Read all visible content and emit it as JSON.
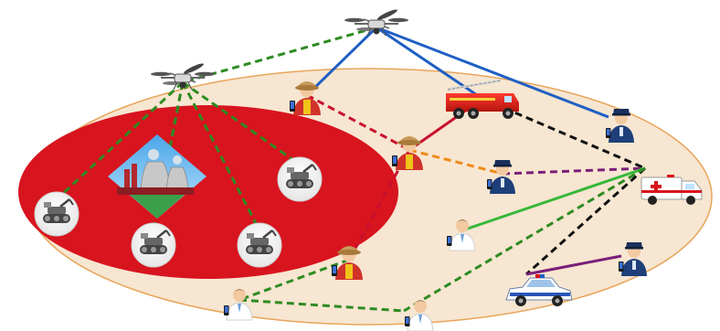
{
  "colors": {
    "background": "#ffffff",
    "outer_area_fill": "#f7e6d1",
    "outer_area_stroke": "#e8a55a",
    "danger_zone": "#d8141e",
    "link_green": "#2e8b22",
    "link_red": "#c8102e",
    "link_blue": "#1f5fc4",
    "link_black": "#111111",
    "link_orange": "#ef8a17",
    "link_purple": "#7a1f7a",
    "link_lime": "#36b83a"
  },
  "nodes": [
    {
      "id": "drone-top",
      "kind": "drone"
    },
    {
      "id": "drone-left",
      "kind": "drone"
    },
    {
      "id": "factory",
      "kind": "factory"
    },
    {
      "id": "robot-1",
      "kind": "robot"
    },
    {
      "id": "robot-2",
      "kind": "robot"
    },
    {
      "id": "robot-3",
      "kind": "robot"
    },
    {
      "id": "robot-4",
      "kind": "robot"
    },
    {
      "id": "firefighter-1",
      "kind": "firefighter"
    },
    {
      "id": "firefighter-2",
      "kind": "firefighter"
    },
    {
      "id": "firefighter-3",
      "kind": "firefighter"
    },
    {
      "id": "fire-truck",
      "kind": "fire-truck"
    },
    {
      "id": "police-1",
      "kind": "police-officer"
    },
    {
      "id": "police-2",
      "kind": "police-officer"
    },
    {
      "id": "police-3",
      "kind": "police-officer"
    },
    {
      "id": "ambulance",
      "kind": "ambulance"
    },
    {
      "id": "police-car",
      "kind": "police-car"
    },
    {
      "id": "civilian-1",
      "kind": "civilian"
    },
    {
      "id": "civilian-2",
      "kind": "civilian"
    },
    {
      "id": "civilian-3",
      "kind": "civilian"
    }
  ],
  "links": [
    {
      "from": "drone-top",
      "to": "drone-left",
      "style": "dashed",
      "color": "link_green"
    },
    {
      "from": "drone-left",
      "to": "robot-1",
      "style": "dashed",
      "color": "link_green"
    },
    {
      "from": "drone-left",
      "to": "robot-2",
      "style": "dashed",
      "color": "link_green"
    },
    {
      "from": "drone-left",
      "to": "robot-3",
      "style": "dashed",
      "color": "link_green"
    },
    {
      "from": "drone-left",
      "to": "robot-4",
      "style": "dashed",
      "color": "link_green"
    },
    {
      "from": "drone-left",
      "to": "factory",
      "style": "dashed",
      "color": "link_green"
    },
    {
      "from": "drone-top",
      "to": "firefighter-1",
      "style": "solid",
      "color": "link_blue"
    },
    {
      "from": "drone-top",
      "to": "fire-truck",
      "style": "solid",
      "color": "link_blue"
    },
    {
      "from": "drone-top",
      "to": "police-1",
      "style": "solid",
      "color": "link_blue"
    },
    {
      "from": "firefighter-1",
      "to": "firefighter-2",
      "style": "dashed",
      "color": "link_red"
    },
    {
      "from": "fire-truck",
      "to": "firefighter-2",
      "style": "solid",
      "color": "link_red"
    },
    {
      "from": "firefighter-2",
      "to": "firefighter-3",
      "style": "dashed",
      "color": "link_red"
    },
    {
      "from": "firefighter-2",
      "to": "police-2",
      "style": "dashed",
      "color": "link_orange"
    },
    {
      "from": "fire-truck",
      "to": "ambulance",
      "style": "dashed",
      "color": "link_black"
    },
    {
      "from": "police-2",
      "to": "ambulance",
      "style": "dashed",
      "color": "link_purple"
    },
    {
      "from": "ambulance",
      "to": "civilian-1",
      "style": "solid",
      "color": "link_lime"
    },
    {
      "from": "ambulance",
      "to": "police-car",
      "style": "dashed",
      "color": "link_black"
    },
    {
      "from": "police-car",
      "to": "police-3",
      "style": "solid",
      "color": "link_purple"
    },
    {
      "from": "ambulance",
      "to": "civilian-3",
      "style": "dashed",
      "color": "link_green"
    },
    {
      "from": "firefighter-3",
      "to": "civilian-2",
      "style": "dashed",
      "color": "link_green"
    },
    {
      "from": "civilian-2",
      "to": "civilian-3",
      "style": "dashed",
      "color": "link_green"
    }
  ]
}
